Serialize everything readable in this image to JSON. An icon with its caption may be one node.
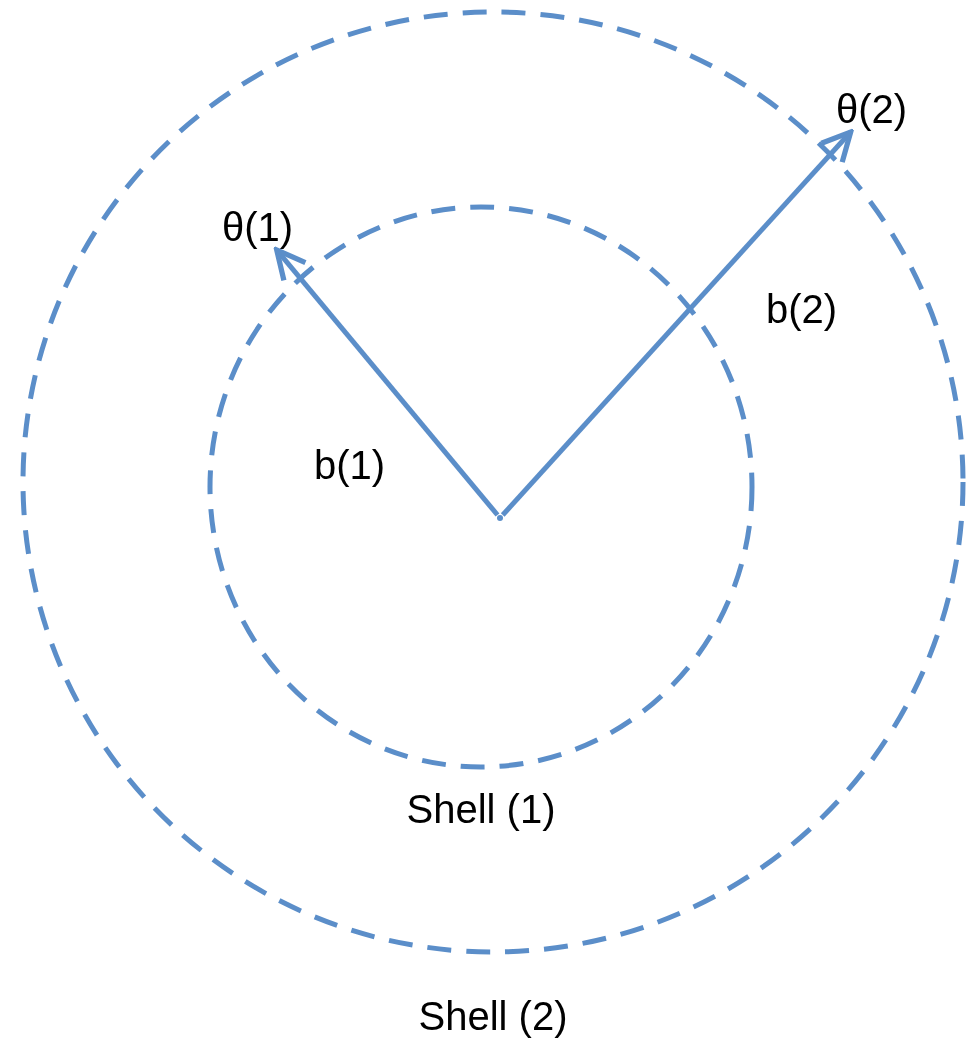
{
  "diagram": {
    "nodes": [
      {
        "text": [
          "Shell (2)"
        ]
      },
      {
        "text": [
          "Shell (1)"
        ],
        "in": 0
      },
      {
        "text": [
          "θ(1)"
        ],
        "in": 0
      },
      {
        "text": [
          "θ(2)"
        ]
      },
      {
        "text": [],
        "shape": "point",
        "in": 1
      }
    ],
    "edges": [
      {
        "from": 4,
        "to": 2,
        "arrow": "to",
        "label": "b(1)"
      },
      {
        "from": 4,
        "to": 3,
        "arrow": "to",
        "label": "b(2)"
      }
    ]
  }
}
